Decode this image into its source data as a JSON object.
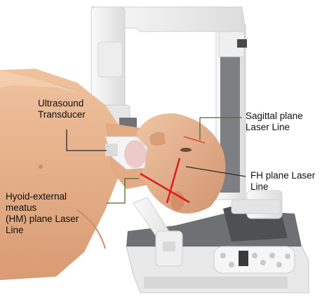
{
  "labels": {
    "ultrasound": "Ultrasound\nTransducer",
    "sagittal": "Sagittal plane\nLaser Line",
    "fh": "FH plane Laser\nLine",
    "hm": "Hyoid-external\nmeatus\n(HM) plane Laser\nLine"
  },
  "colors": {
    "skin": "#e8b48e",
    "skin_shadow": "#c98f6a",
    "device_white": "#f1f1f1",
    "device_gray": "#7d7f82",
    "laser": "#e01a1a",
    "leader_green": "#4f6b2f",
    "leader_dark": "#2b2b2b"
  }
}
